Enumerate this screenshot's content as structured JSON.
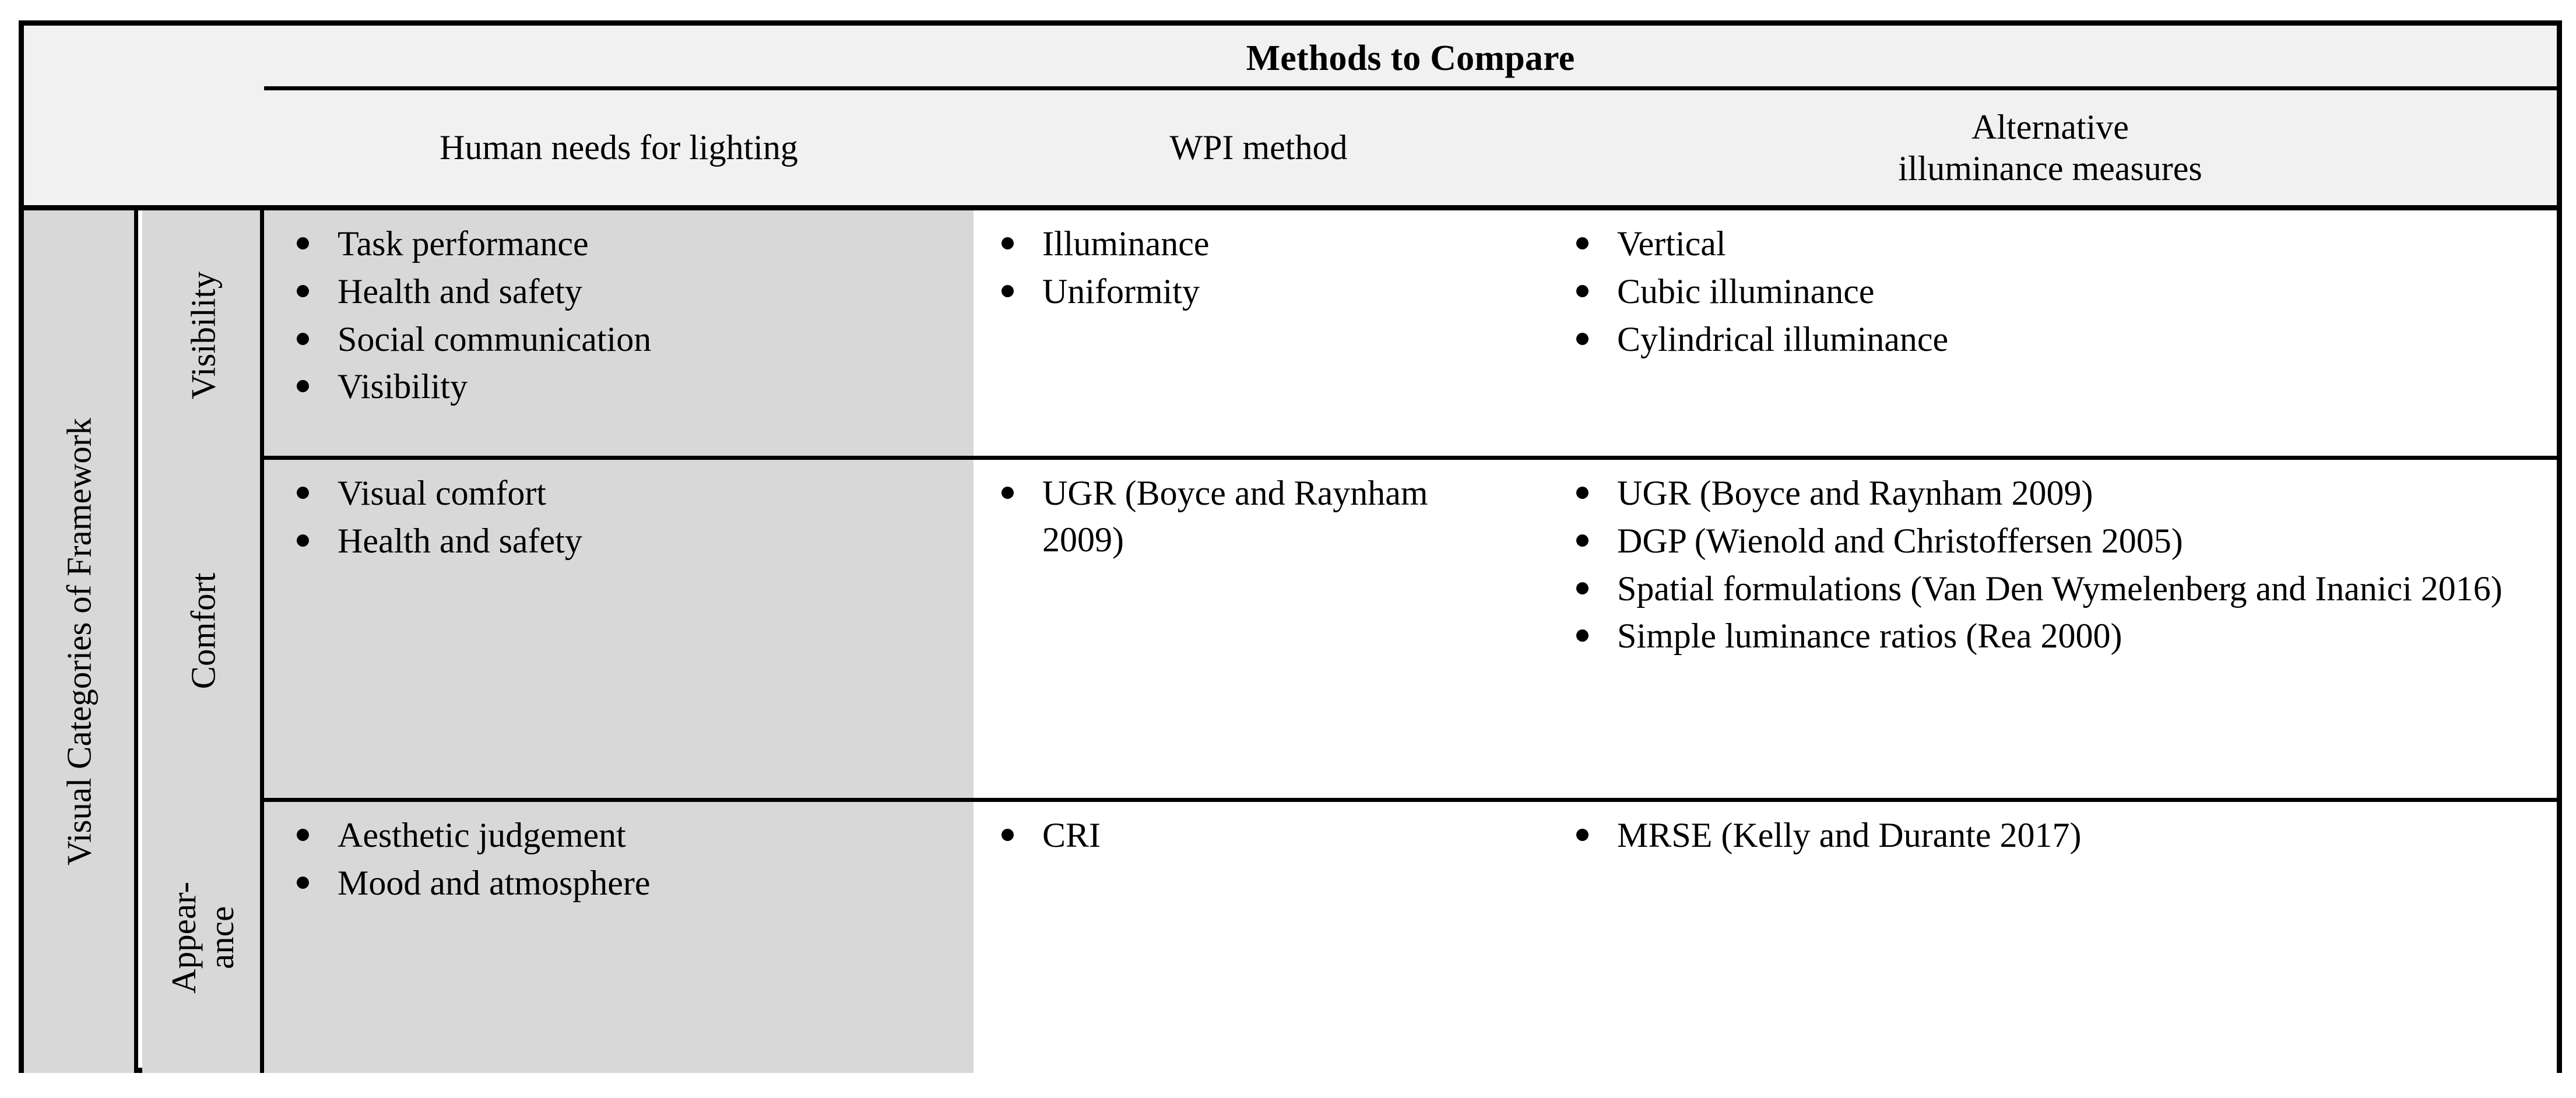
{
  "table": {
    "header": {
      "title": "Methods to Compare",
      "columns": [
        "Human needs for lighting",
        "WPI method",
        "Alternative illuminance measures"
      ],
      "alt_line1": "Alternative",
      "alt_line2": "illuminance measures"
    },
    "row_group_label": "Visual Categories of Framework",
    "rows": [
      {
        "category": "Visibility",
        "human_needs": [
          "Task performance",
          "Health and safety",
          "Social communication",
          "Visibility"
        ],
        "wpi_method": [
          "Illuminance",
          "Uniformity"
        ],
        "alternative_measures": [
          "Vertical",
          "Cubic illuminance",
          "Cylindrical illuminance"
        ]
      },
      {
        "category": "Comfort",
        "human_needs": [
          "Visual comfort",
          "Health and safety"
        ],
        "wpi_method": [
          "UGR (Boyce and Raynham 2009)"
        ],
        "alternative_measures": [
          "UGR (Boyce and Raynham 2009)",
          "DGP (Wienold and Christoffersen 2005)",
          "Spatial formulations (Van Den Wymelenberg and Inanici 2016)",
          "Simple luminance ratios (Rea 2000)"
        ]
      },
      {
        "category_line1": "Appear-",
        "category_line2": "ance",
        "category": "Appear-ance",
        "human_needs": [
          "Aesthetic judgement",
          "Mood and atmosphere"
        ],
        "wpi_method": [
          "CRI"
        ],
        "alternative_measures": [
          "MRSE (Kelly and Durante 2017)"
        ]
      }
    ],
    "colors": {
      "header_bg": "#f1f1f1",
      "shaded_cell_bg": "#d8d8d8",
      "plain_cell_bg": "#ffffff",
      "rule": "#000000",
      "text": "#000000"
    }
  }
}
